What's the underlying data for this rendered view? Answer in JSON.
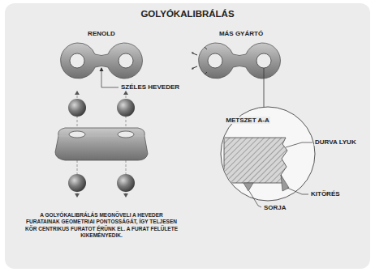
{
  "diagram": {
    "title": "GOLYÓKALIBRÁLÁS",
    "caption": "A GOLYÓKALIBRÁLÁS MEGNÖVELI A HEVEDER FURATAINAK GEOMETRIAI PONTOSSÁGÁT, ÍGY TELJESEN KÖR CENTRIKUS FURATOT ÉRÜNK EL. A FURAT FELÜLETE KIKEMÉNYEDIK.",
    "labels": [
      "RENOLD",
      "MÁS GYÁRTÓ",
      "SZÉLES HEVEDER",
      "METSZET A-A",
      "DURVA LYUK",
      "KITÖRÉS",
      "SORJA"
    ]
  }
}
